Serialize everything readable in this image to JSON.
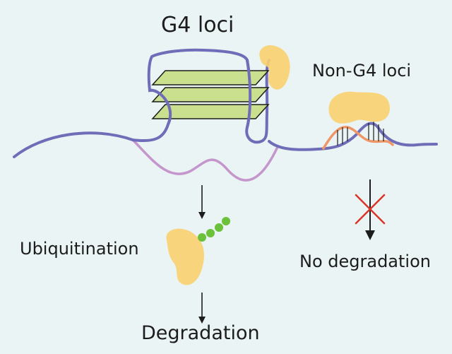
{
  "labels": {
    "g4_loci": "G4 loci",
    "non_g4_loci": "Non-G4 loci",
    "ubiquitination": "Ubiquitination",
    "degradation": "Degradation",
    "no_degradation": "No degradation"
  },
  "colors": {
    "background": "#eaf4f4",
    "dna_strand": "#6f6cb8",
    "complement_strand": "#c496cc",
    "g_quartet": "#cbe08f",
    "protein": "#f9d170",
    "ubiquitin": "#6cc13a",
    "rna_strand": "#ef9667",
    "block_cross": "#d9362a",
    "arrow": "#1c1c1c"
  }
}
